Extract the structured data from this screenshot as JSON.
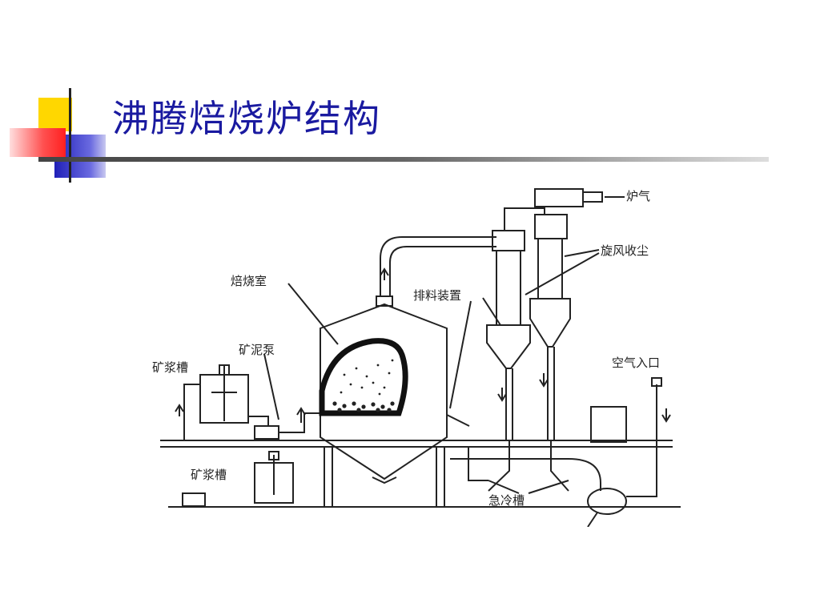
{
  "title": "沸腾焙烧炉结构",
  "labels": {
    "furnace_gas": "炉气",
    "cyclone": "旋风收尘",
    "roasting_chamber": "焙烧室",
    "discharge_device": "排料装置",
    "slurry_tank_upper": "矿浆槽",
    "slurry_pump": "矿泥泵",
    "air_inlet": "空气入口",
    "slurry_tank_lower": "矿浆槽",
    "quench_tank": "急冷槽"
  },
  "colors": {
    "title": "#1a1aa0",
    "deco_yellow": "#ffd700",
    "deco_blue": "#3030c0",
    "deco_red": "#ff3b3b"
  }
}
